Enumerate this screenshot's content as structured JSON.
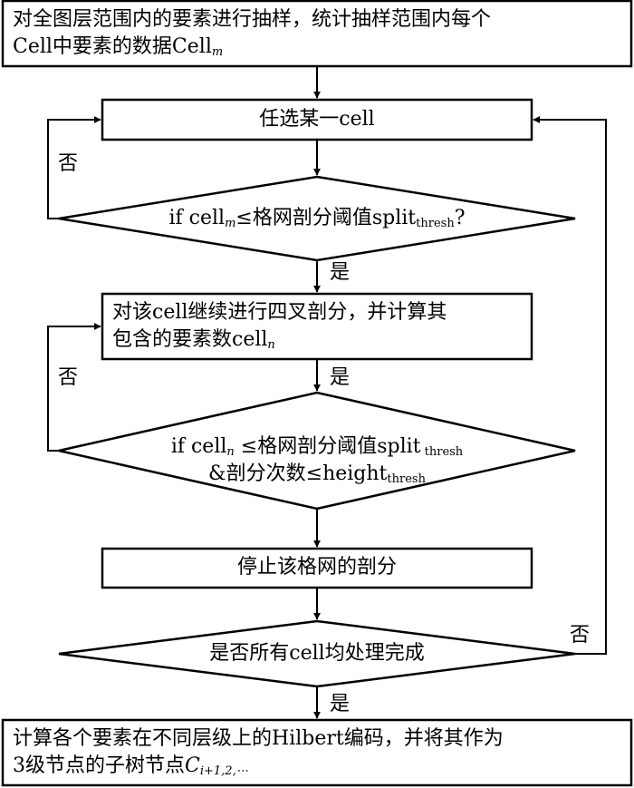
{
  "nodes": {
    "sample": {
      "line1": "对全图层范围内的要素进行抽样，统计抽样范围内每个",
      "line2_main": "Cell中要素的数据Cell",
      "line2_sub": "m"
    },
    "select": {
      "text": "任选某一cell"
    },
    "cond1": {
      "pre": "if cell",
      "sub": "m",
      "mid": "≤格网剖分阈值split",
      "sub2": "thresh",
      "post": "?"
    },
    "quad": {
      "line1": "对该cell继续进行四叉剖分，并计算其",
      "line2_main": "包含的要素数cell",
      "line2_sub": "n"
    },
    "cond2": {
      "line1_pre": "if cell",
      "line1_sub": "n",
      "line1_mid": " ≤格网剖分阈值split",
      "line1_sub2": " thresh",
      "line2_main": "&剖分次数≤height",
      "line2_sub": "thresh"
    },
    "stop": {
      "text": "停止该格网的剖分"
    },
    "cond3": {
      "text": "是否所有cell均处理完成"
    },
    "hilbert": {
      "line1": "计算各个要素在不同层级上的Hilbert编码，并将其作为",
      "line2_main": "3级节点的子树节点",
      "line2_var": "C",
      "line2_sub": "i+1,2,⋯"
    }
  },
  "labels": {
    "no1": "否",
    "yes1": "是",
    "no2": "否",
    "yes2": "是",
    "no3": "否",
    "yes3": "是"
  }
}
